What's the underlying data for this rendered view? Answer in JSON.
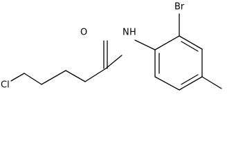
{
  "molecule": {
    "labels": {
      "bromine": "Br",
      "amide_nitrogen": "N",
      "amide_hydrogen": "H",
      "carbonyl_oxygen": "O",
      "chlorine": "Cl"
    }
  }
}
